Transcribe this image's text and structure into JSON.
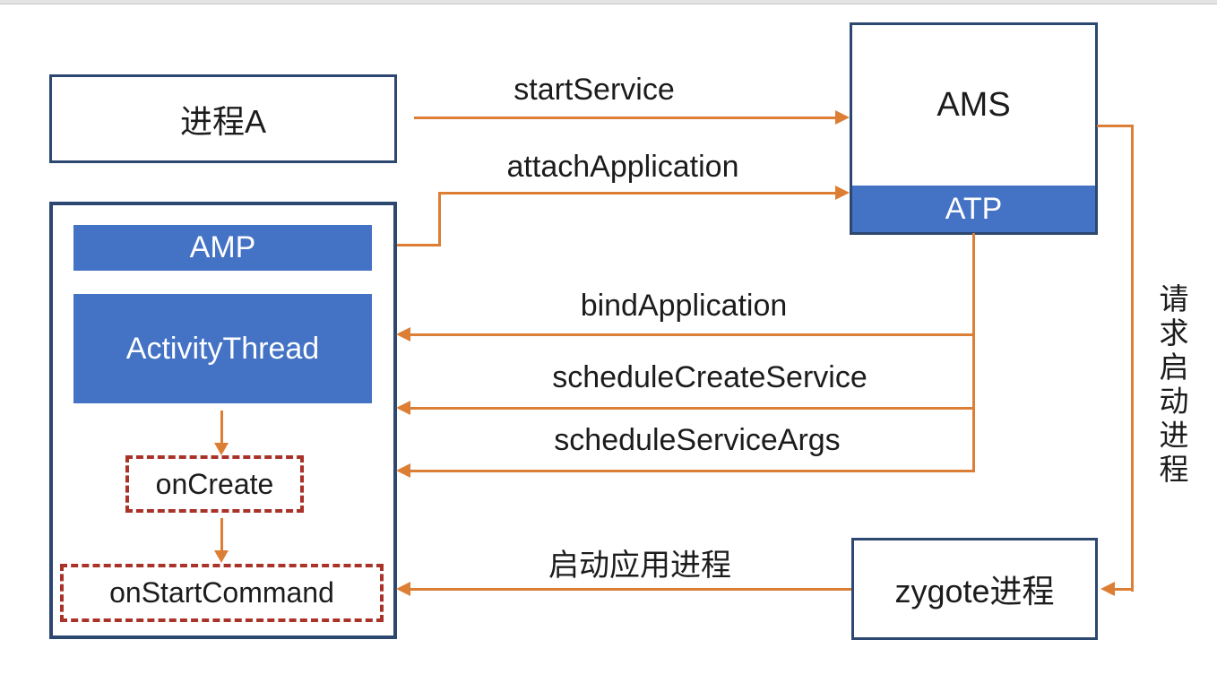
{
  "diagram_title_note": "Android startService binder flow diagram",
  "colors": {
    "box_fill_blue": "#4472c4",
    "box_border_navy": "#2c4770",
    "arrow_orange": "#dd7e35",
    "dashed_red": "#a93229",
    "text_black": "#1c1c1c",
    "text_white": "#ffffff",
    "top_strip_gray": "#e3e3e3"
  },
  "boxes": {
    "process_a": {
      "label": "进程A"
    },
    "amp": {
      "label": "AMP"
    },
    "activity_thread": {
      "label": "ActivityThread"
    },
    "on_create": {
      "label": "onCreate"
    },
    "on_start_command": {
      "label": "onStartCommand"
    },
    "ams": {
      "label": "AMS"
    },
    "atp": {
      "label": "ATP"
    },
    "zygote": {
      "label": "zygote进程"
    }
  },
  "arrows": {
    "start_service": {
      "label": "startService",
      "direction": "left-to-right"
    },
    "attach_application": {
      "label": "attachApplication",
      "direction": "left-to-right"
    },
    "bind_application": {
      "label": "bindApplication",
      "direction": "right-to-left"
    },
    "schedule_create_service": {
      "label": "scheduleCreateService",
      "direction": "right-to-left"
    },
    "schedule_service_args": {
      "label": "scheduleServiceArgs",
      "direction": "right-to-left"
    },
    "start_app_process": {
      "label": "启动应用进程",
      "direction": "right-to-left"
    },
    "request_start_process": {
      "label": "请求启动进程",
      "direction": "ams-to-zygote"
    }
  }
}
